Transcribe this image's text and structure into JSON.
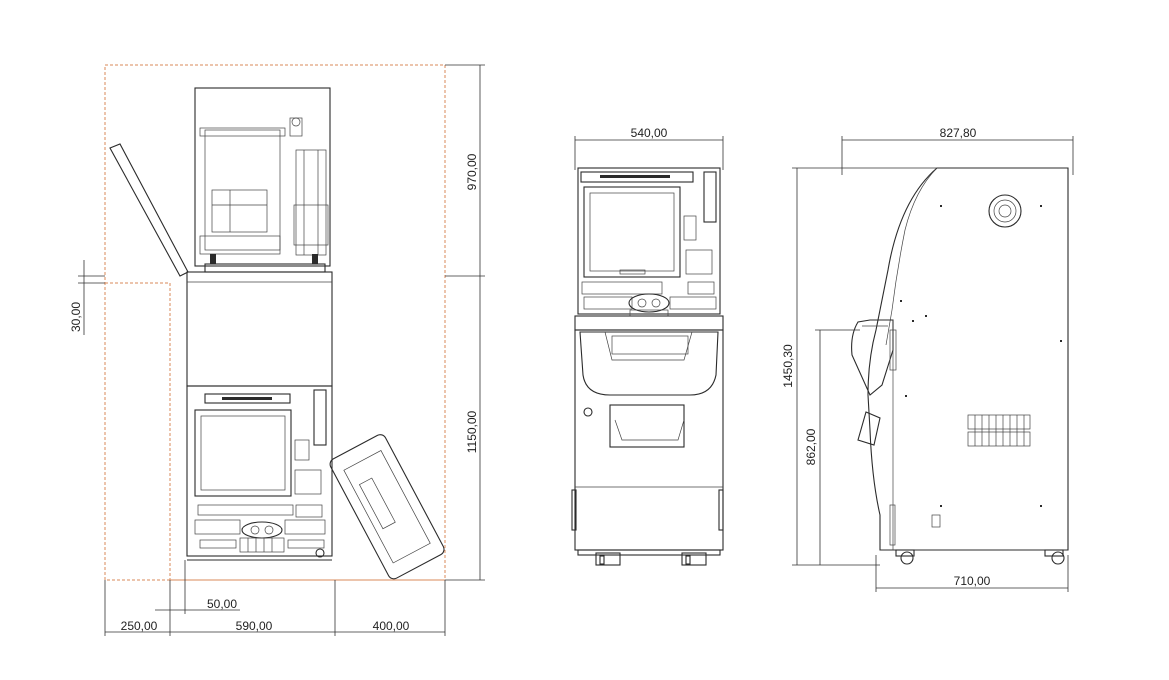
{
  "dimensions": {
    "front_open_top_height": "970,00",
    "front_open_gap": "30,00",
    "front_open_body_height": "1150,00",
    "front_open_left_clearance": "250,00",
    "front_open_width": "590,00",
    "front_open_right_clearance": "400,00",
    "front_open_inset": "50,00",
    "front_width": "540,00",
    "side_depth_top": "827,80",
    "side_total_height": "1450,30",
    "side_shelf_height": "862,00",
    "side_base_depth": "710,00"
  },
  "colors": {
    "line": "#2b2b2b",
    "envelope": "#d98a5a",
    "background": "#ffffff"
  }
}
